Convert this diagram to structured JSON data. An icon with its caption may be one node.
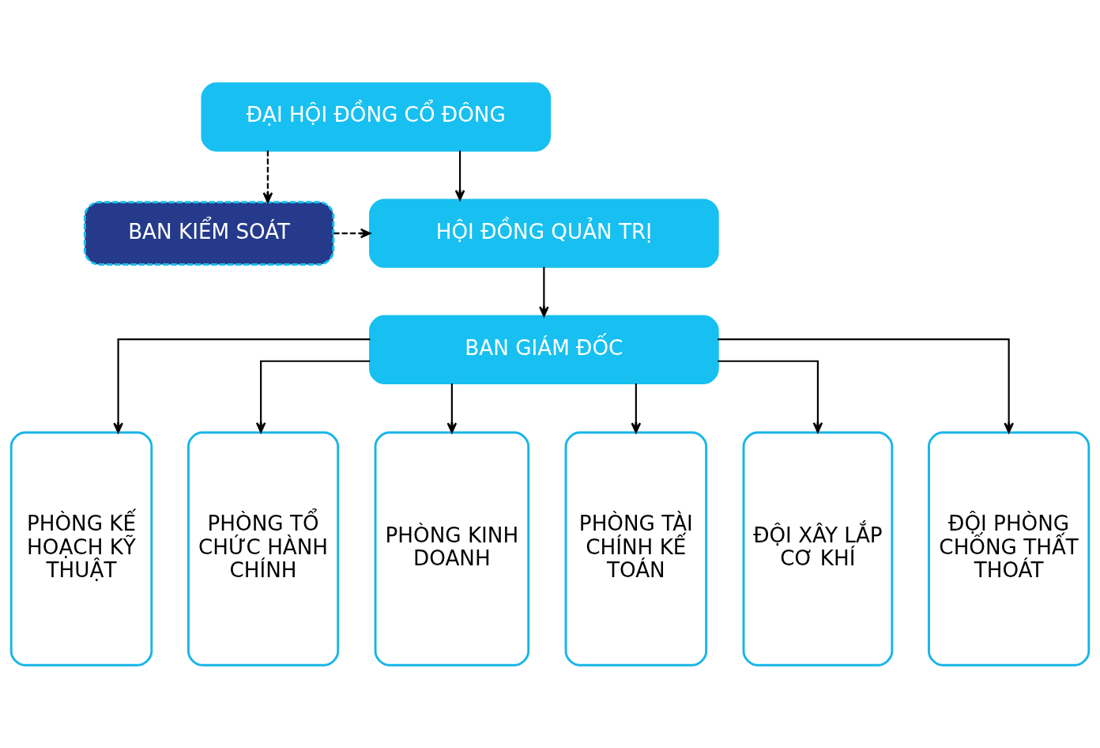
{
  "diagram": {
    "nodes": [
      {
        "text": [
          "ĐẠI HỘI ĐỒNG CỔ ĐÔNG"
        ]
      },
      {
        "text": [
          "BAN KIỂM SOÁT"
        ]
      },
      {
        "text": [
          "HỘI ĐỒNG QUẢN TRỊ"
        ]
      },
      {
        "text": [
          "BAN GIÁM ĐỐC"
        ]
      },
      {
        "text": [
          "PHÒNG KẾ HOẠCH KỸ THUẬT"
        ]
      },
      {
        "text": [
          "PHÒNG TỔ CHỨC HÀNH CHÍNH"
        ]
      },
      {
        "text": [
          "PHÒNG KINH DOANH"
        ]
      },
      {
        "text": [
          "PHÒNG TÀI CHÍNH KẾ TOÁN"
        ]
      },
      {
        "text": [
          "ĐỘI XÂY LẮP CƠ KHÍ"
        ]
      },
      {
        "text": [
          "ĐỘI PHÒNG CHỐNG THẤT THOÁT"
        ]
      }
    ],
    "edges": [
      {
        "from": 0,
        "to": 2,
        "arrow": "to"
      },
      {
        "from": 0,
        "to": 1,
        "arrow": "to",
        "style": "dashed"
      },
      {
        "from": 1,
        "to": 2,
        "arrow": "to",
        "style": "dashed"
      },
      {
        "from": 2,
        "to": 3,
        "arrow": "to"
      },
      {
        "from": 3,
        "to": 4,
        "arrow": "to"
      },
      {
        "from": 3,
        "to": 5,
        "arrow": "to"
      },
      {
        "from": 3,
        "to": 6,
        "arrow": "to"
      },
      {
        "from": 3,
        "to": 7,
        "arrow": "to"
      },
      {
        "from": 3,
        "to": 8,
        "arrow": "to"
      },
      {
        "from": 3,
        "to": 9,
        "arrow": "to"
      }
    ]
  }
}
